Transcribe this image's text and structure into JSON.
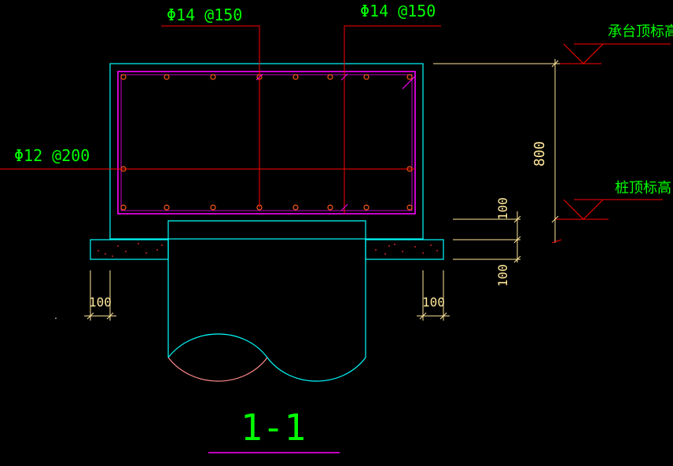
{
  "labels": {
    "top_bar_left": "Φ14 @150",
    "top_bar_right": "Φ14 @150",
    "side_bar": "Φ12 @200",
    "cap_top_elevation": "承台顶标高",
    "pile_top_elevation": "桩顶标高",
    "dim_height": "800",
    "dim_right_upper": "100",
    "dim_right_lower": "100",
    "dim_left_bottom": "100",
    "dim_right_bottom": "100",
    "section_title": "1-1"
  },
  "colors": {
    "background": "#000000",
    "concrete_outline": "#00ffff",
    "rebar": "#ff00ff",
    "leader_line": "#ff0000",
    "text": "#00ff00",
    "dimension": "#ffe79a",
    "bar_dot": "#ff5a14",
    "title_underline": "#ff00ff"
  }
}
